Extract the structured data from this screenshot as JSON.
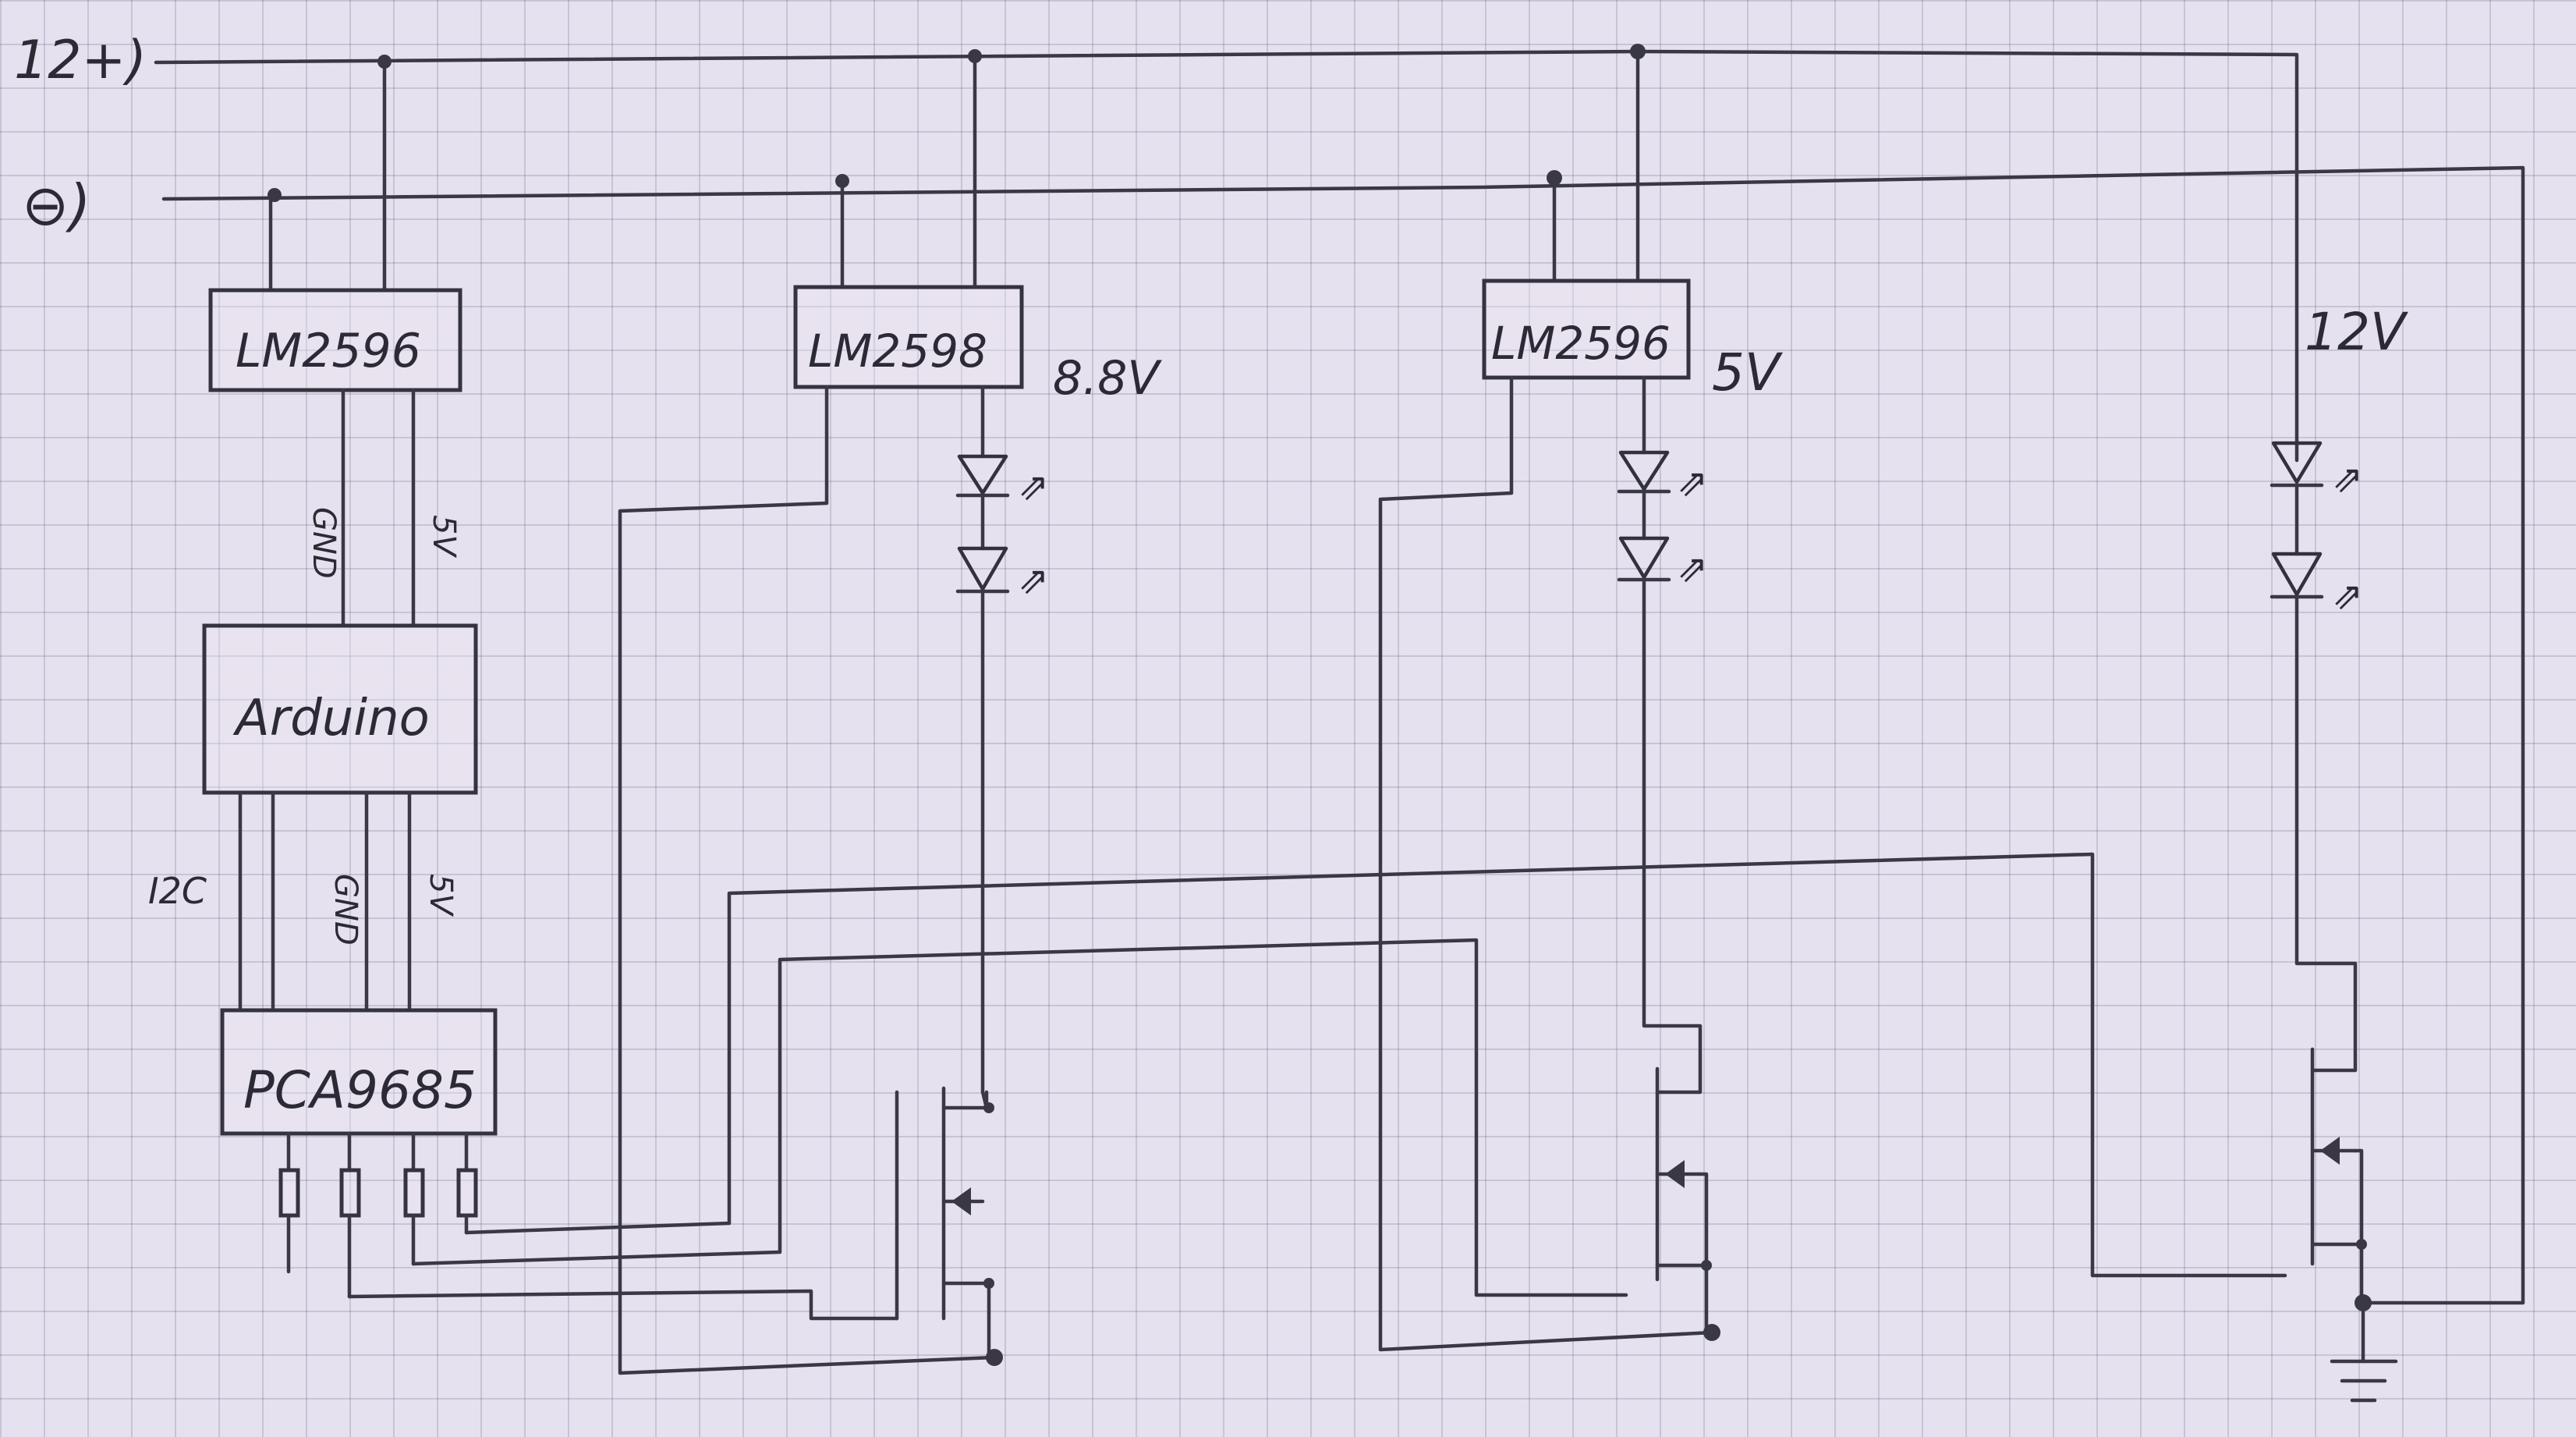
{
  "rails": {
    "pos_label": "12+)",
    "neg_label": "⊖)"
  },
  "regulators": [
    {
      "id": "reg1",
      "label": "LM2596",
      "voltage": ""
    },
    {
      "id": "reg2",
      "label": "LM2598",
      "voltage": "8.8V"
    },
    {
      "id": "reg3",
      "label": "LM2596",
      "voltage": "5V"
    }
  ],
  "arduino": {
    "label": "Arduino",
    "in_labels": [
      "GND",
      "5V"
    ],
    "out_labels": [
      "I2C",
      "GND",
      "5V"
    ]
  },
  "pwm_driver": {
    "label": "PCA9685"
  },
  "led_branch_12v": {
    "voltage": "12V"
  },
  "colors": {
    "paper": "#e6e1ee",
    "grid": "#8c8aa6",
    "pencil": "#3b3845"
  }
}
